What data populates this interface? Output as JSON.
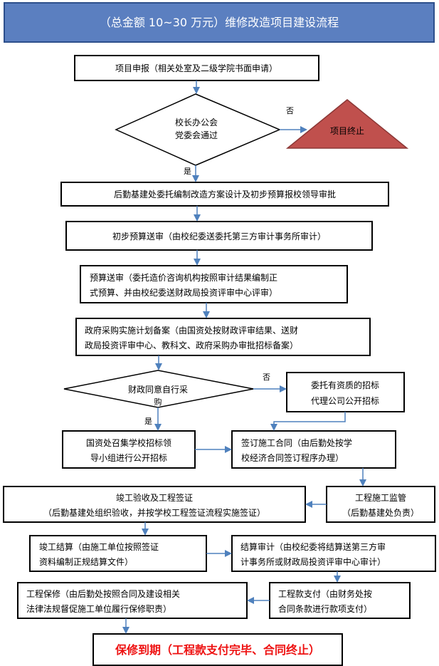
{
  "title": "（总金额 10~30 万元）维修改造项目建设流程",
  "colors": {
    "title_bg": "#5b7fc0",
    "title_border": "#2d4f8c",
    "arrow": "#4f81bd",
    "terminate": "#c0504d",
    "final_text": "#ee1111"
  },
  "nodes": {
    "n1": {
      "lines": [
        "项目申报（相关处室及二级学院书面申请）"
      ]
    },
    "d1": {
      "lines": [
        "校长办公会",
        "党委会通过"
      ]
    },
    "end": {
      "lines": [
        "项目终止"
      ]
    },
    "no1": "否",
    "yes1": "是",
    "n2": {
      "lines": [
        "后勤基建处委托编制改造方案设计及初步预算报校领导审批"
      ]
    },
    "n3": {
      "lines": [
        "初步预算送审（由校纪委送委托第三方审计事务所审计）"
      ]
    },
    "n4": {
      "lines": [
        "预算送审（委托造价咨询机构按照审计结果编制正",
        "式预算、并由校纪委送财政局投资评审中心评审）"
      ]
    },
    "n5": {
      "lines": [
        "政府采购实施计划备案（由国资处按财政评审结果、送财",
        "政局投资评审中心、教科文、政府采购办审批招标备案）"
      ]
    },
    "d2": {
      "lines": [
        "财政同意自行采",
        "购"
      ]
    },
    "no2": "否",
    "yes2": "是",
    "n6": {
      "lines": [
        "委托有资质的招标",
        "代理公司公开招标"
      ]
    },
    "n7": {
      "lines": [
        "国资处召集学校招标领",
        "导小组进行公开招标"
      ]
    },
    "n8": {
      "lines": [
        "签订施工合同（由后勤处按学",
        "校经济合同签订程序办理）"
      ]
    },
    "n9": {
      "lines": [
        "竣工验收及工程签证",
        "（后勤基建处组织验收，并按学校工程签证流程实施签证）"
      ]
    },
    "n10": {
      "lines": [
        "工程施工监管",
        "（后勤基建处负责）"
      ]
    },
    "n11": {
      "lines": [
        "竣工结算（由施工单位按照签证",
        "资料编制正规结算文件）"
      ]
    },
    "n12": {
      "lines": [
        "结算审计（由校纪委将结算送第三方审",
        "计事务所或财政局投资评审中心审计）"
      ]
    },
    "n13": {
      "lines": [
        "工程保修（由后勤处按照合同及建设相关",
        "法律法规督促施工单位履行保修职责）"
      ]
    },
    "n14": {
      "lines": [
        "工程款支付（由财务处按",
        "合同条款进行款项支付）"
      ]
    },
    "final": "保修到期（工程款支付完毕、合同终止）"
  }
}
